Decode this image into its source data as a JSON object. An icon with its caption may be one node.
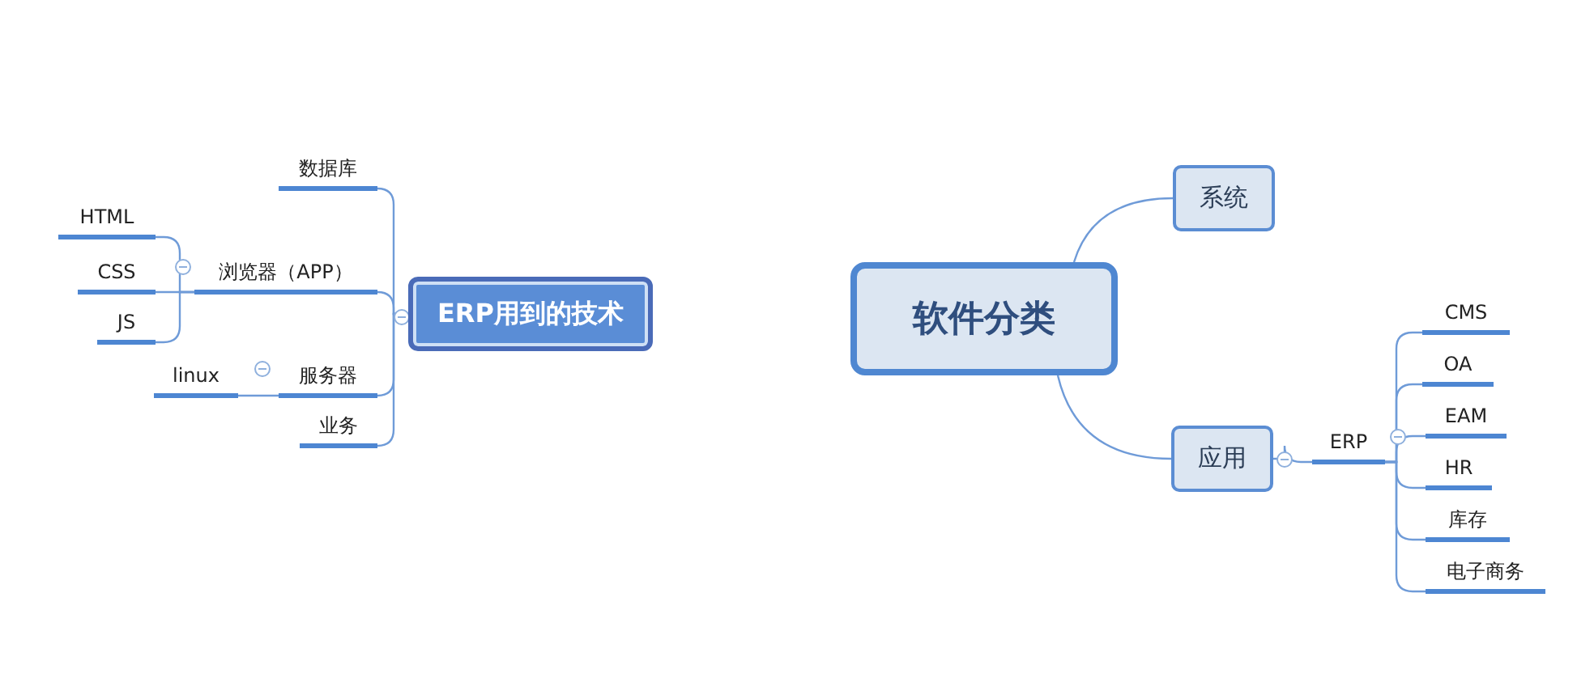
{
  "diagram": {
    "nodes": [
      {
        "text": [
          "ERP用到的技术"
        ]
      },
      {
        "text": [
          "数据库"
        ]
      },
      {
        "text": [
          "浏览器（APP）"
        ]
      },
      {
        "text": [
          "HTML"
        ]
      },
      {
        "text": [
          "CSS"
        ]
      },
      {
        "text": [
          "JS"
        ]
      },
      {
        "text": [
          "服务器"
        ]
      },
      {
        "text": [
          "linux"
        ]
      },
      {
        "text": [
          "业务"
        ]
      },
      {
        "text": [
          "软件分类"
        ]
      },
      {
        "text": [
          "系统"
        ]
      },
      {
        "text": [
          "应用"
        ]
      },
      {
        "text": [
          "ERP"
        ]
      },
      {
        "text": [
          "CMS"
        ]
      },
      {
        "text": [
          "OA"
        ]
      },
      {
        "text": [
          "EAM"
        ]
      },
      {
        "text": [
          "HR"
        ]
      },
      {
        "text": [
          "库存"
        ]
      },
      {
        "text": [
          "电子商务"
        ]
      }
    ],
    "edges": [
      {
        "from": 0,
        "to": 1,
        "arrow": "none"
      },
      {
        "from": 0,
        "to": 2,
        "arrow": "none"
      },
      {
        "from": 0,
        "to": 6,
        "arrow": "none"
      },
      {
        "from": 0,
        "to": 8,
        "arrow": "none"
      },
      {
        "from": 2,
        "to": 3,
        "arrow": "none"
      },
      {
        "from": 2,
        "to": 4,
        "arrow": "none"
      },
      {
        "from": 2,
        "to": 5,
        "arrow": "none"
      },
      {
        "from": 6,
        "to": 7,
        "arrow": "none"
      },
      {
        "from": 9,
        "to": 10,
        "arrow": "none"
      },
      {
        "from": 9,
        "to": 11,
        "arrow": "none"
      },
      {
        "from": 11,
        "to": 12,
        "arrow": "none"
      },
      {
        "from": 12,
        "to": 13,
        "arrow": "none"
      },
      {
        "from": 12,
        "to": 14,
        "arrow": "none"
      },
      {
        "from": 12,
        "to": 15,
        "arrow": "none"
      },
      {
        "from": 12,
        "to": 16,
        "arrow": "none"
      },
      {
        "from": 12,
        "to": 17,
        "arrow": "none"
      },
      {
        "from": 12,
        "to": 18,
        "arrow": "none"
      }
    ]
  }
}
